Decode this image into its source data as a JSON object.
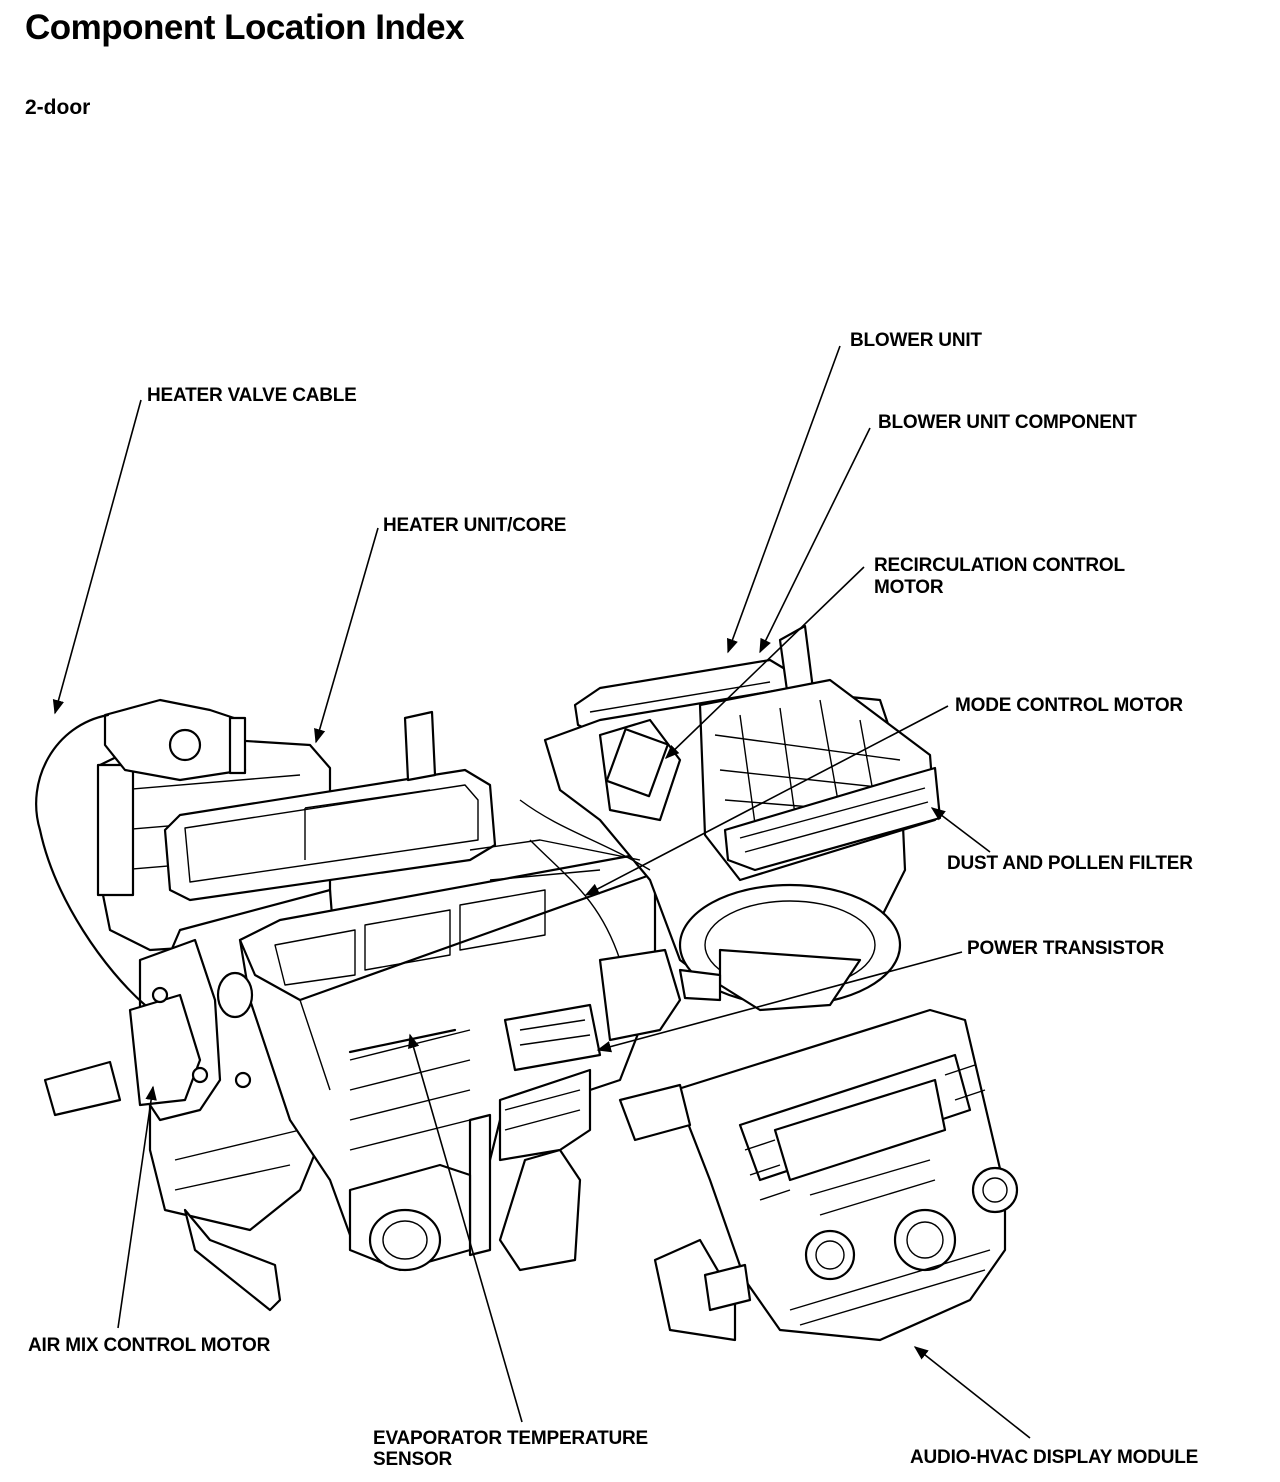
{
  "header": {
    "title": "Component Location Index",
    "subtitle": "2-door"
  },
  "callouts": [
    {
      "id": "blower-unit",
      "text": "BLOWER UNIT"
    },
    {
      "id": "heater-valve-cable",
      "text": "HEATER VALVE CABLE"
    },
    {
      "id": "blower-unit-component",
      "text": "BLOWER UNIT COMPONENT"
    },
    {
      "id": "heater-unit-core",
      "text": "HEATER UNIT/CORE"
    },
    {
      "id": "recirculation-control-motor",
      "text": "RECIRCULATION CONTROL\nMOTOR"
    },
    {
      "id": "mode-control-motor",
      "text": "MODE CONTROL MOTOR"
    },
    {
      "id": "dust-and-pollen-filter",
      "text": "DUST AND POLLEN FILTER"
    },
    {
      "id": "power-transistor",
      "text": "POWER TRANSISTOR"
    },
    {
      "id": "air-mix-control-motor",
      "text": "AIR MIX CONTROL MOTOR"
    },
    {
      "id": "evaporator-temperature-sensor",
      "text": "EVAPORATOR TEMPERATURE\nSENSOR"
    },
    {
      "id": "audio-hvac-display-module",
      "text": "AUDIO-HVAC DISPLAY MODULE"
    }
  ]
}
